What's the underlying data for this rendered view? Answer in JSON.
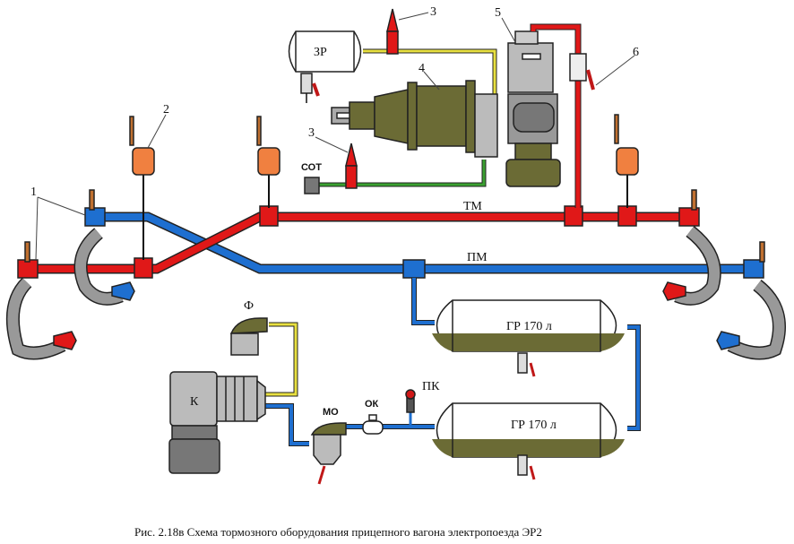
{
  "colors": {
    "brake_line": "#e01818",
    "supply_line": "#1e6fd0",
    "yellow_line": "#e8e040",
    "green_line": "#3aa030",
    "olive": "#6b6b35",
    "valve_orange": "#f08040",
    "grey": "#b8b8b8"
  },
  "labels": {
    "n1": "1",
    "n2": "2",
    "n3a": "3",
    "n3b": "3",
    "n4": "4",
    "n5": "5",
    "n6": "6",
    "tm": "ТМ",
    "pm": "ПМ",
    "zr": "ЗР",
    "sot": "СОТ",
    "f": "Ф",
    "k": "К",
    "mo": "МО",
    "ok": "ОК",
    "pk": "ПК",
    "gr1": "ГР 170 л",
    "gr2": "ГР 170 л"
  },
  "caption": "Рис. 2.18в Схема тормозного оборудования прицепного вагона электропоезда  ЭР2"
}
